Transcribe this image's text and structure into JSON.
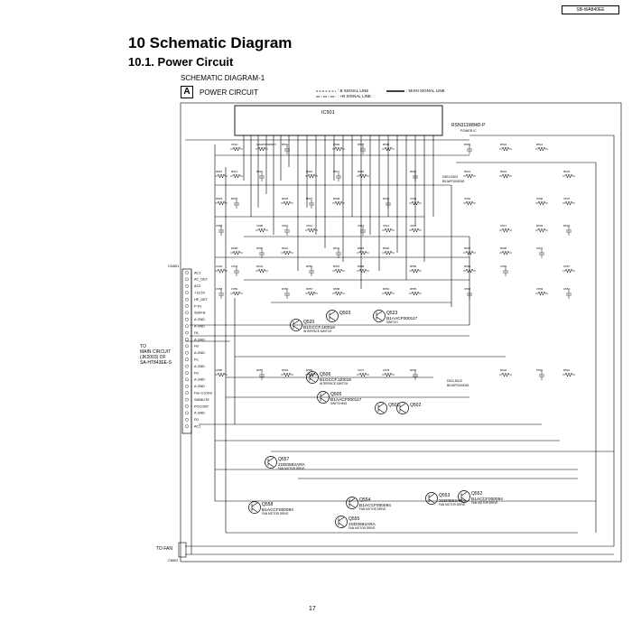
{
  "model_badge": "SB-WA840EE",
  "heading": "10 Schematic Diagram",
  "subheading": "10.1.  Power Circuit",
  "schematic_title": "SCHEMATIC DIAGRAM-1",
  "section_letter": "A",
  "section_title": "POWER CIRCUIT",
  "legend": {
    "b_signal": ": B SIGNAL LINE",
    "plus_b_signal": ": +B SIGNAL LINE",
    "main_signal": ": MAIN SIGNAL LINE"
  },
  "ic": {
    "ref": "IC501",
    "part": "RSN311W84D-P",
    "function": "POWER IC"
  },
  "connector_ref": "CN501",
  "connector_pins": [
    "AC1",
    "AC_DET",
    "AC2",
    "+13.5V",
    "HP_DET",
    "P.TH",
    "SUB+B",
    "A.GND",
    "A.GND",
    "FA",
    "A.GND",
    "FB",
    "A.GND",
    "FC",
    "A.GND",
    "FD",
    "A.GND",
    "A.GND",
    "Fan Control",
    "SWMUTE",
    "POCONT",
    "A.GND",
    "FD",
    "AC1"
  ],
  "to_main": [
    "TO",
    "MAIN CIRCUIT",
    "(JK2003) OF",
    "SA-HT843EE-S"
  ],
  "to_fan": "TO FAN",
  "fan_connector": "CN502",
  "transistors": [
    {
      "ref": "Q520",
      "part": "B1GCCFJJ0018",
      "func": "INTERFACE SWITCH"
    },
    {
      "ref": "Q503",
      "part": "",
      "func": ""
    },
    {
      "ref": "Q523",
      "part": "B1AACF000117",
      "func": "SWITCH"
    },
    {
      "ref": "Q506",
      "part": "B1GCCFJJ0018",
      "func": "INTERFACE SWITCH"
    },
    {
      "ref": "Q505",
      "part": "B1AACF000117",
      "func": "SWITCHING"
    },
    {
      "ref": "Q501",
      "part": "",
      "func": ""
    },
    {
      "ref": "Q502",
      "part": "",
      "func": ""
    },
    {
      "ref": "Q557",
      "part": "2SD0592ARA",
      "func": "FAN MOTOR DRIVE"
    },
    {
      "ref": "Q558",
      "part": "B1ACCF000094",
      "func": "FAN MOTOR DRIVE"
    },
    {
      "ref": "Q554",
      "part": "B1ACCF000094",
      "func": "FAN MOTOR DRIVE"
    },
    {
      "ref": "Q555",
      "part": "2SD0592ARA",
      "func": "FAN MOTOR DRIVE"
    },
    {
      "ref": "Q553",
      "part": "2SD0592ARA",
      "func": "FAN MOTOR DRIVE"
    },
    {
      "ref": "Q552",
      "part": "B1ACCF000094",
      "func": "FAN MOTOR DRIVE"
    }
  ],
  "diodes": [
    {
      "ref": "D501,D502",
      "part": "B0JAPG000018"
    },
    {
      "ref": "D511,D512",
      "part": "B0JAPG000018"
    }
  ],
  "part_labels": [
    "C501",
    "MA2Z075000FV",
    "R501",
    "R502",
    "R505",
    "R508",
    "R509",
    "R510",
    "R512",
    "R513",
    "R514",
    "R515",
    "R516",
    "R517",
    "R518",
    "R520",
    "R521",
    "R522",
    "R523",
    "R524",
    "R525",
    "R526",
    "R527",
    "R528",
    "R529",
    "C503",
    "C504",
    "C506",
    "C507",
    "C508",
    "C509",
    "C510",
    "C512",
    "C513",
    "C514",
    "C516",
    "C517",
    "D503",
    "D504",
    "D505",
    "D506",
    "R541",
    "R542",
    "R543",
    "R546",
    "R547",
    "R548",
    "C541",
    "C542",
    "C543",
    "D541",
    "R556",
    "R557",
    "R558",
    "R559",
    "R560",
    "C556",
    "C557",
    "C558",
    "C559",
    "D556",
    "D557",
    "D558",
    "R554",
    "R555",
    "C552",
    "C553",
    "C554",
    "C555",
    "D553",
    "D554",
    "D555",
    "C577",
    "C578",
    "R609",
    "R604",
    "C560",
    "D561"
  ],
  "page_number": "17"
}
